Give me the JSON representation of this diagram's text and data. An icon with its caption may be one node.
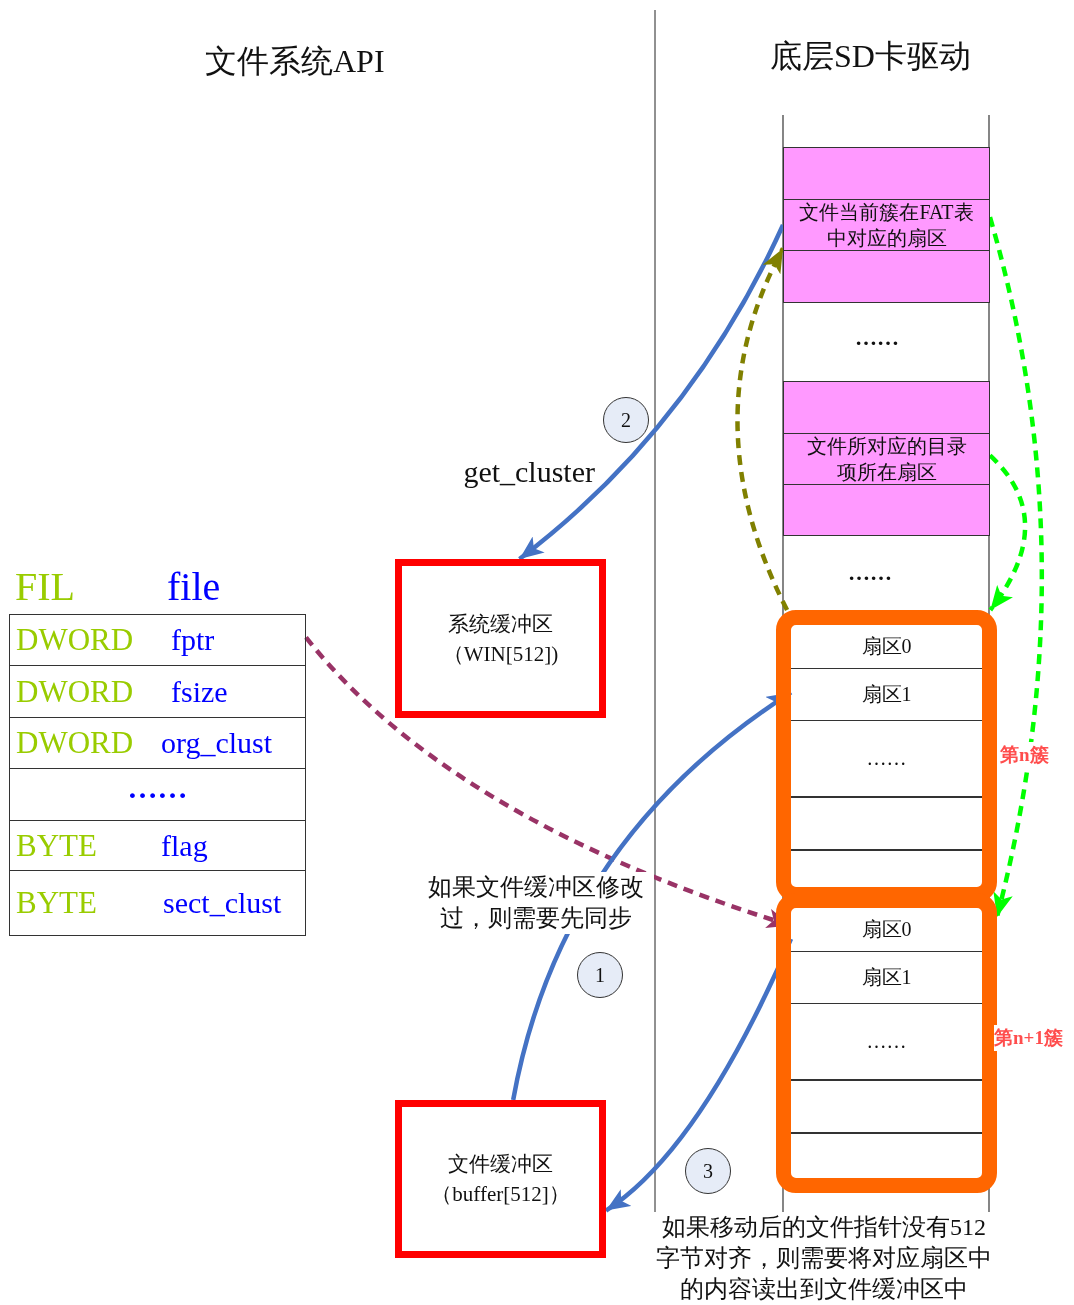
{
  "diagram": {
    "nodes": [
      {
        "text": [
          "FIL",
          "file"
        ]
      },
      {
        "text": [
          "DWORD",
          "fptr"
        ],
        "in": 0
      },
      {
        "text": [
          "DWORD",
          "fsize"
        ],
        "in": 0
      },
      {
        "text": [
          "DWORD",
          "org_clust"
        ],
        "in": 0
      },
      {
        "text": [
          "……"
        ],
        "in": 0
      },
      {
        "text": [
          "BYTE",
          "flag"
        ],
        "in": 0
      },
      {
        "text": [
          "BYTE",
          "sect_clust"
        ],
        "in": 0
      },
      {
        "text": [
          "系统缓冲区",
          "（WIN[512])"
        ]
      },
      {
        "text": [
          "文件缓冲区",
          "（buffer[512]）"
        ]
      },
      {
        "text": [
          "文件当前簇在FAT表中对应的扇区"
        ]
      },
      {
        "text": [
          "文件所对应的目录项所在扇区"
        ]
      },
      {
        "text": [],
        "shape": "box",
        "beside": [
          "第n簇"
        ]
      },
      {
        "text": [
          "扇区0"
        ],
        "in": 11
      },
      {
        "text": [
          "扇区1"
        ],
        "in": 11
      },
      {
        "text": [
          "……"
        ],
        "in": 11
      },
      {
        "text": [],
        "shape": "box",
        "in": 11
      },
      {
        "text": [],
        "shape": "box",
        "in": 11
      },
      {
        "text": [],
        "shape": "box",
        "beside": [
          "第n+1簇"
        ]
      },
      {
        "text": [
          "扇区0"
        ],
        "in": 17
      },
      {
        "text": [
          "扇区1"
        ],
        "in": 17
      },
      {
        "text": [
          "……"
        ],
        "in": 17
      },
      {
        "text": [],
        "shape": "box",
        "in": 17
      },
      {
        "text": [],
        "shape": "box",
        "in": 17
      },
      {
        "text": [
          "2"
        ]
      },
      {
        "text": [
          "1"
        ]
      },
      {
        "text": [
          "3"
        ]
      }
    ],
    "edges": [
      {
        "from": 9,
        "to": 7,
        "arrow": "to",
        "label": "get_cluster"
      },
      {
        "from": 11,
        "to": 9,
        "arrow": "to",
        "style": "dashed",
        "color": "#808000"
      },
      {
        "from": 10,
        "to": 11,
        "arrow": "to",
        "style": "dashed",
        "color": "#00ff00"
      },
      {
        "from": 9,
        "to": 17,
        "arrow": "to",
        "style": "dashed",
        "color": "#00ff00"
      },
      {
        "from": 1,
        "to": 18,
        "arrow": "to",
        "style": "dashed",
        "color": "#993366"
      },
      {
        "from": 8,
        "to": 13,
        "arrow": "to",
        "label": "如果文件缓冲区修改过，则需要先同步"
      },
      {
        "from": 18,
        "to": 8,
        "arrow": "to",
        "label": "如果移动后的文件指针没有512字节对齐，则需要将对应扇区中的内容读出到文件缓冲区中"
      }
    ],
    "labels": [
      "文件系统API",
      "底层SD卡驱动",
      "……",
      "……"
    ]
  }
}
